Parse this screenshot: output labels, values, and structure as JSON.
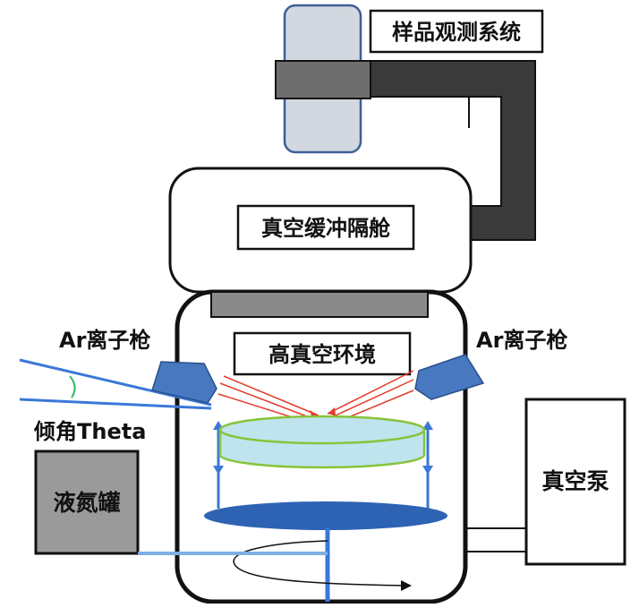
{
  "labels": {
    "observation_system": "样品观测系统",
    "buffer_chamber": "真空缓冲隔舱",
    "high_vacuum": "高真空环境",
    "ar_gun_left": "Ar离子枪",
    "ar_gun_right": "Ar离子枪",
    "tilt_angle": "倾角Theta",
    "ln2_tank": "液氮罐",
    "vacuum_pump": "真空泵"
  },
  "colors": {
    "outline": "#111111",
    "camera_fill": "#d3d8e0",
    "camera_stroke": "#3c5f98",
    "camera_band": "#6e6e6e",
    "arm": "#3a3a3a",
    "flange": "#8a8a8a",
    "ion_gun": "#4878c0",
    "beam_left": "#3a78d8",
    "ion_ray": "#e53b2a",
    "sample_top": "#bfe4ee",
    "sample_edge": "#86c43a",
    "stage_disk": "#2e63b4",
    "pillar": "#3a78d8",
    "angle_arc": "#2fb865",
    "ln2_fill": "#9a9a9a",
    "ln2_line": "#80aee4"
  }
}
